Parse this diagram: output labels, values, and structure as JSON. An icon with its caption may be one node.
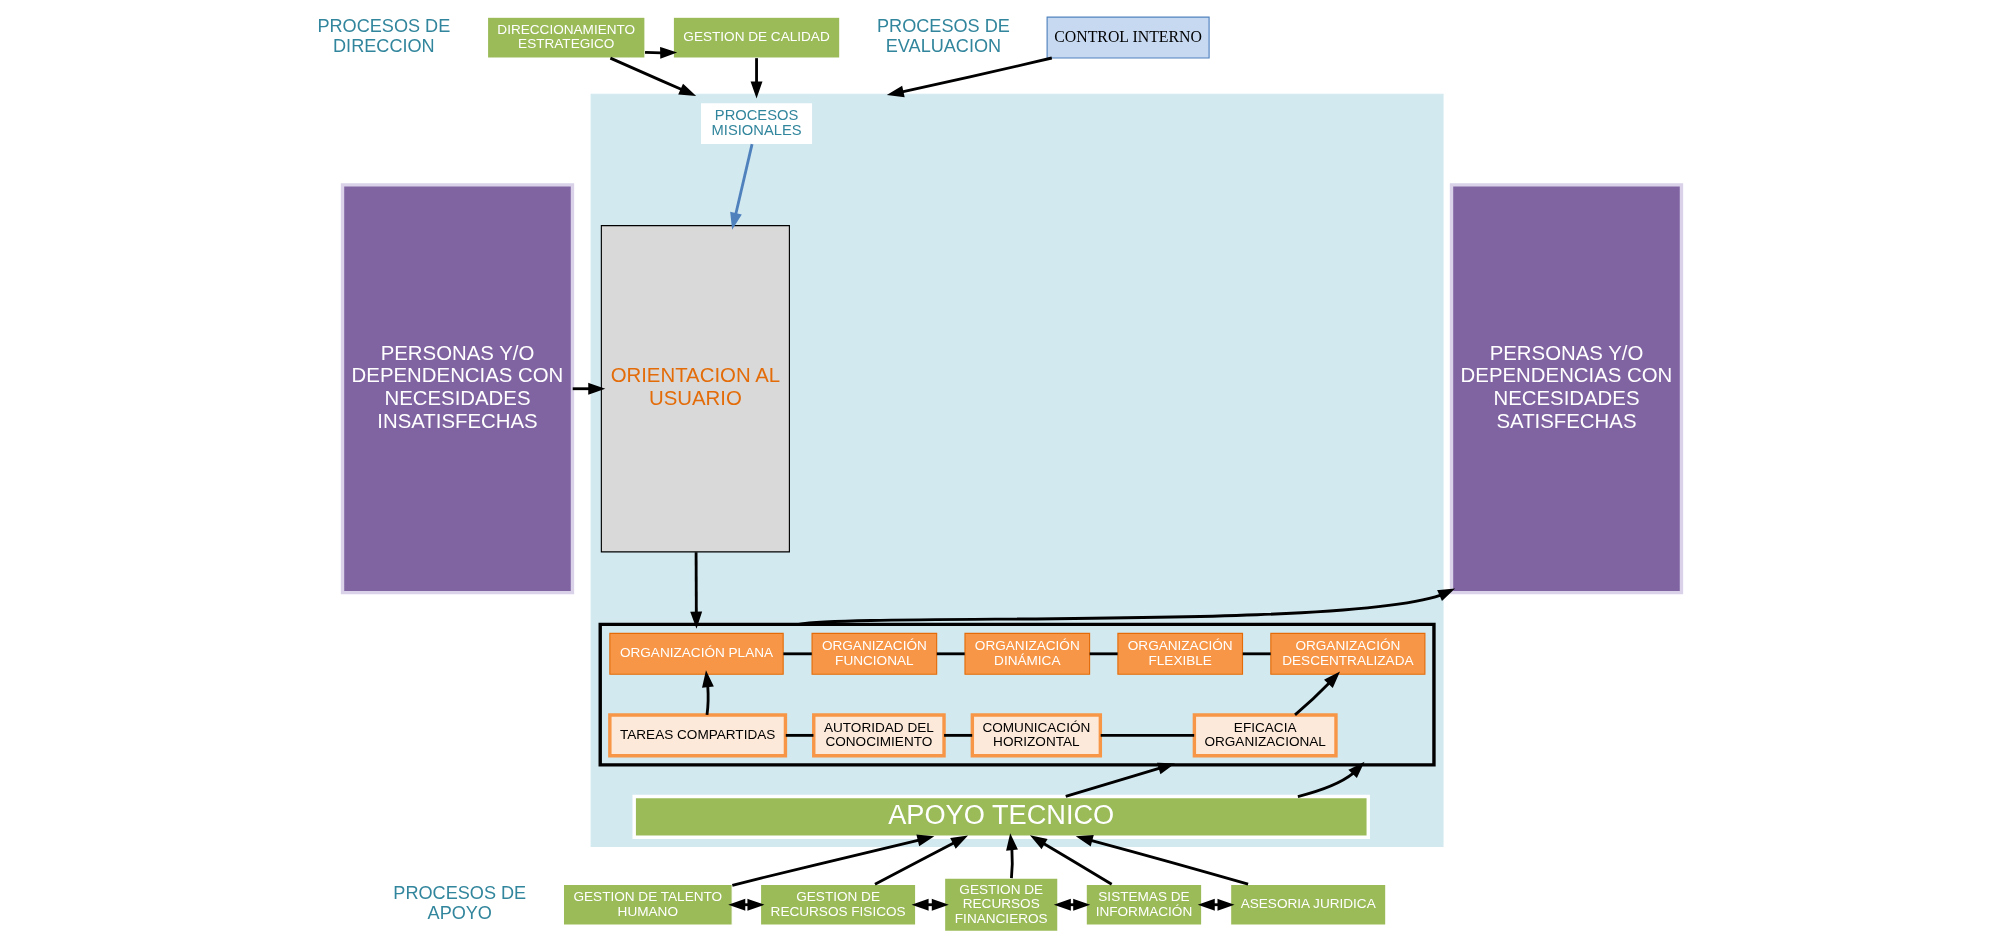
{
  "diagram": {
    "nodes": [
      {
        "text": [
          "PERSONAS Y/O DEPENDENCIAS CON NECESIDADES INSATISFECHAS"
        ]
      },
      {
        "text": [
          "DIRECCIONAMIENTO ESTRATEGICO"
        ]
      },
      {
        "text": [
          "GESTION DE CALIDAD"
        ]
      },
      {
        "text": [
          "CONTROL INTERNO"
        ]
      },
      {
        "text": [],
        "shape": "box"
      },
      {
        "text": [
          "PROCESOS MISIONALES"
        ],
        "in": 4
      },
      {
        "text": [
          "ORIENTACION AL USUARIO"
        ],
        "in": 4
      },
      {
        "text": [],
        "shape": "box",
        "in": 4
      },
      {
        "text": [
          "ORGANIZACIÓN PLANA"
        ],
        "in": 7
      },
      {
        "text": [
          "ORGANIZACIÓN FUNCIONAL"
        ],
        "in": 7
      },
      {
        "text": [
          "ORGANIZACIÓN DINÁMICA"
        ],
        "in": 7
      },
      {
        "text": [
          "ORGANIZACIÓN FLEXIBLE"
        ],
        "in": 7
      },
      {
        "text": [
          "ORGANIZACIÓN DESCENTRALIZADA"
        ],
        "in": 7
      },
      {
        "text": [
          "TAREAS COMPARTIDAS"
        ],
        "in": 7
      },
      {
        "text": [
          "AUTORIDAD DEL CONOCIMIENTO"
        ],
        "in": 7
      },
      {
        "text": [
          "COMUNICACIÓN HORIZONTAL"
        ],
        "in": 7
      },
      {
        "text": [
          "EFICACIA ORGANIZACIONAL"
        ],
        "in": 7
      },
      {
        "text": [
          "APOYO TECNICO"
        ],
        "in": 4
      },
      {
        "text": [
          "GESTION DE TALENTO HUMANO"
        ]
      },
      {
        "text": [
          "GESTION DE RECURSOS FISICOS"
        ]
      },
      {
        "text": [
          "GESTION DE RECURSOS FINANCIEROS"
        ]
      },
      {
        "text": [
          "SISTEMAS DE INFORMACIÓN"
        ]
      },
      {
        "text": [
          "ASESORIA JURIDICA"
        ]
      },
      {
        "text": [
          "PERSONAS Y/O DEPENDENCIAS CON NECESIDADES SATISFECHAS"
        ]
      }
    ],
    "edges": [
      {
        "from": 1,
        "to": 2,
        "arrow": "to"
      },
      {
        "from": 1,
        "to": 4,
        "arrow": "to"
      },
      {
        "from": 2,
        "to": 4,
        "arrow": "to"
      },
      {
        "from": 3,
        "to": 4,
        "arrow": "to"
      },
      {
        "from": 5,
        "to": 6,
        "arrow": "to",
        "color": "#4f81bd"
      },
      {
        "from": 0,
        "to": 6,
        "arrow": "to"
      },
      {
        "from": 6,
        "to": 7,
        "arrow": "to"
      },
      {
        "from": 7,
        "to": 23,
        "arrow": "to"
      },
      {
        "from": 8,
        "to": 9,
        "arrow": "none"
      },
      {
        "from": 9,
        "to": 10,
        "arrow": "none"
      },
      {
        "from": 10,
        "to": 11,
        "arrow": "none"
      },
      {
        "from": 11,
        "to": 12,
        "arrow": "none"
      },
      {
        "from": 13,
        "to": 8,
        "arrow": "to"
      },
      {
        "from": 13,
        "to": 14,
        "arrow": "none"
      },
      {
        "from": 14,
        "to": 15,
        "arrow": "none"
      },
      {
        "from": 15,
        "to": 16,
        "arrow": "none"
      },
      {
        "from": 16,
        "to": 12,
        "arrow": "to"
      },
      {
        "from": 17,
        "to": 7,
        "arrow": "to"
      },
      {
        "from": 17,
        "to": 7,
        "arrow": "to"
      },
      {
        "from": 18,
        "to": 17,
        "arrow": "to"
      },
      {
        "from": 19,
        "to": 17,
        "arrow": "to"
      },
      {
        "from": 20,
        "to": 17,
        "arrow": "to"
      },
      {
        "from": 21,
        "to": 17,
        "arrow": "to"
      },
      {
        "from": 22,
        "to": 17,
        "arrow": "to"
      },
      {
        "from": 18,
        "to": 19,
        "arrow": "both"
      },
      {
        "from": 19,
        "to": 20,
        "arrow": "both"
      },
      {
        "from": 20,
        "to": 21,
        "arrow": "both"
      },
      {
        "from": 21,
        "to": 22,
        "arrow": "both"
      }
    ],
    "labels": [
      "PROCESOS DE DIRECCION",
      "PROCESOS DE EVALUACION",
      "PROCESOS DE APOYO"
    ]
  }
}
